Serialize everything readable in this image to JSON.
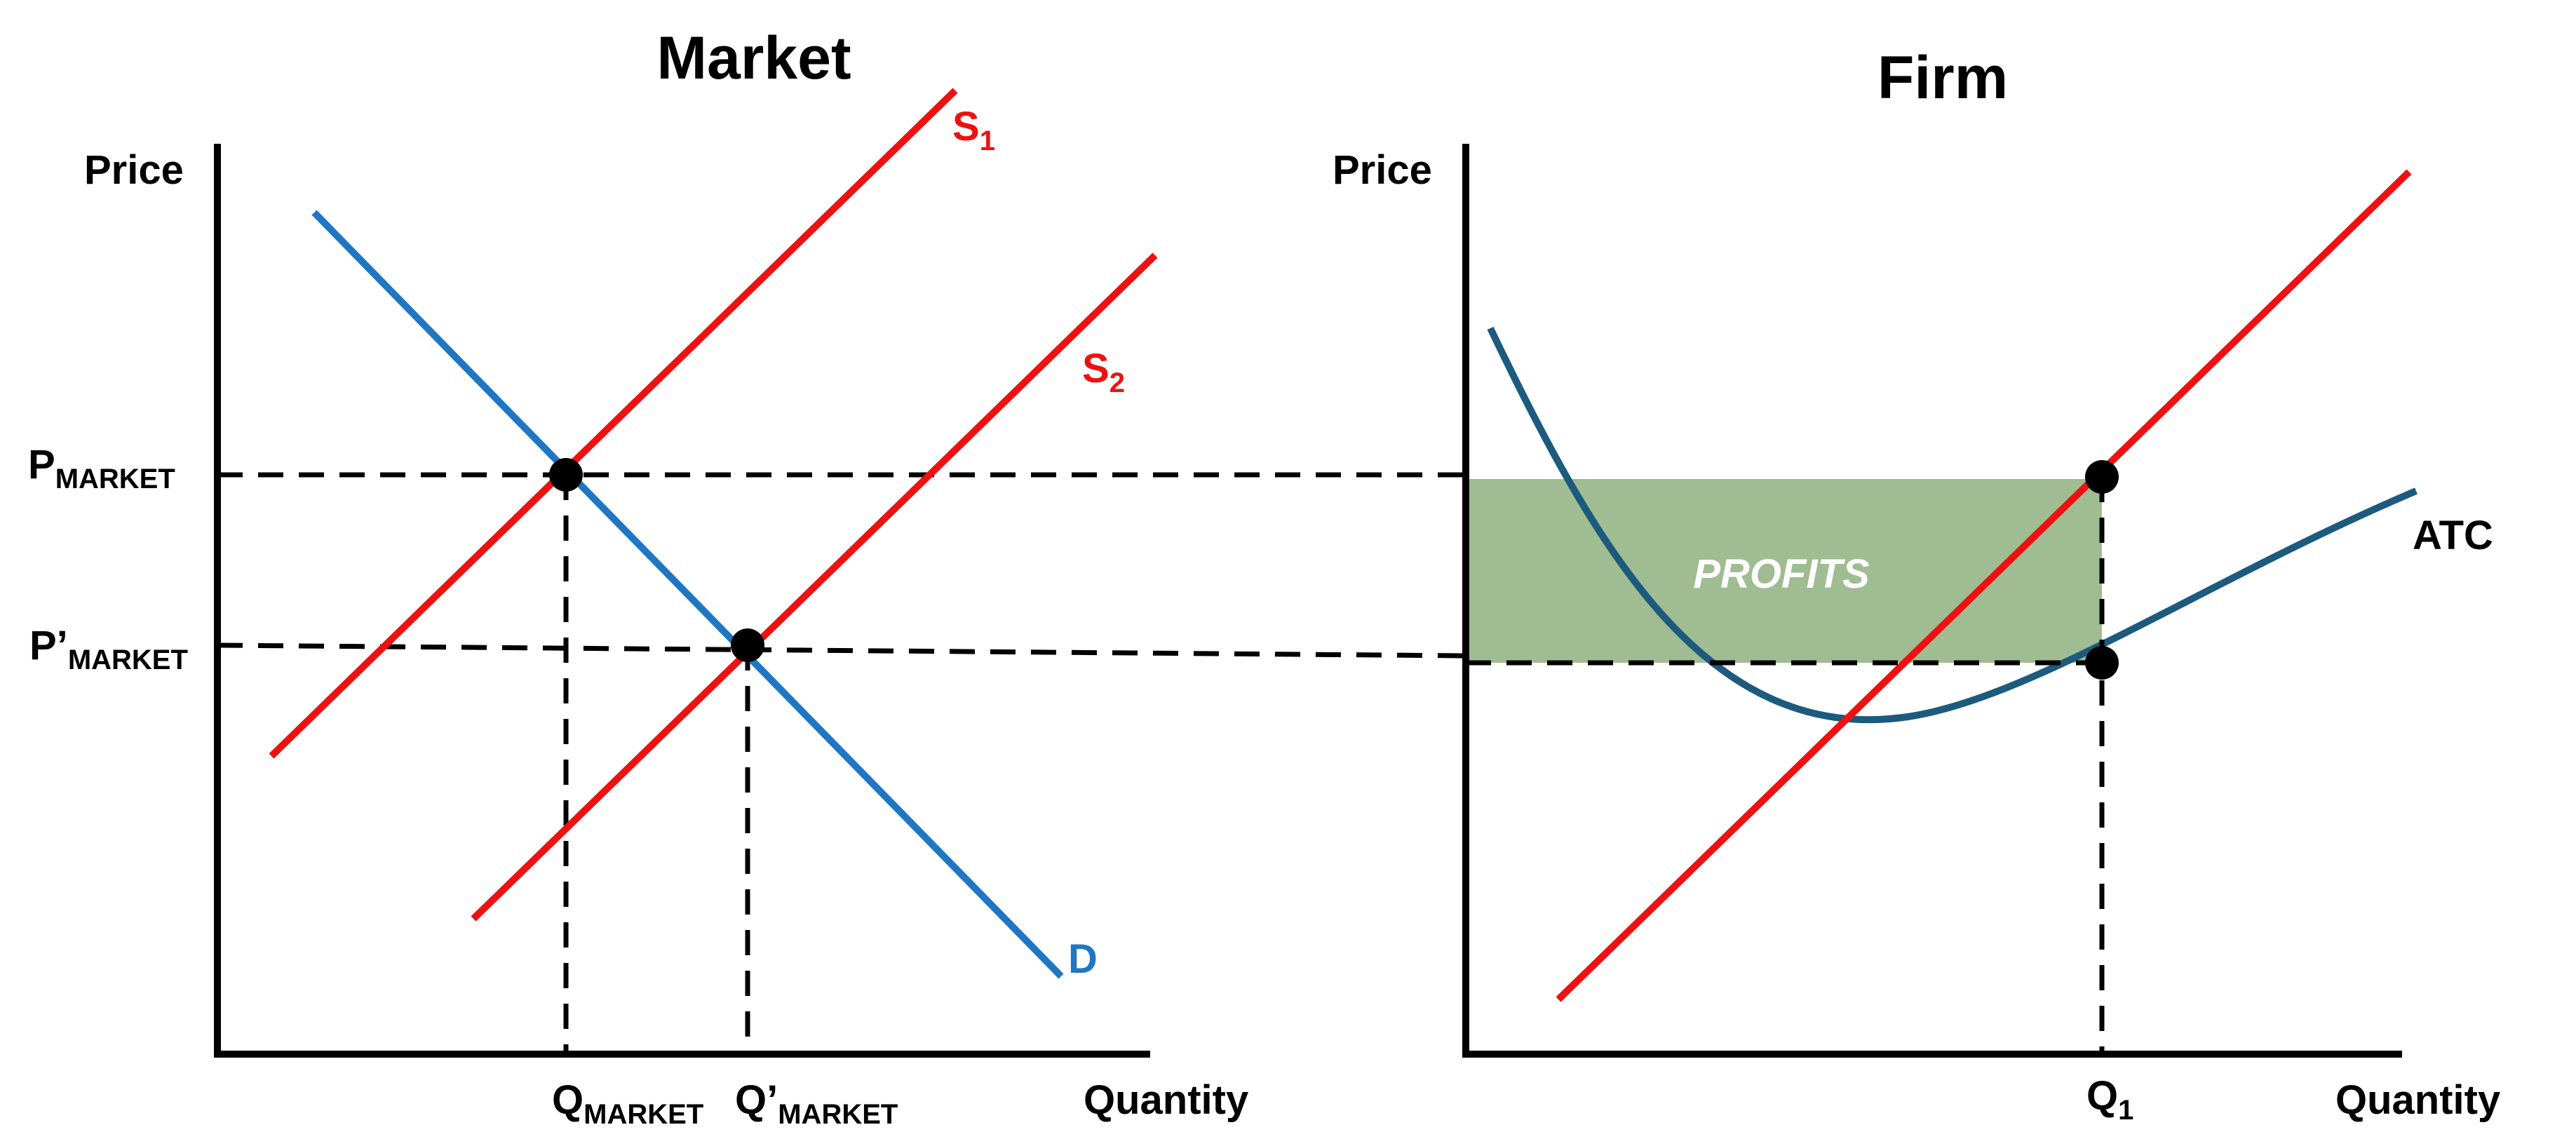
{
  "market": {
    "title": "Market",
    "y_axis_label": "Price",
    "x_axis_label": "Quantity",
    "curves": {
      "s1": {
        "main": "S",
        "sub": "1"
      },
      "s2": {
        "main": "S",
        "sub": "2"
      },
      "d": {
        "main": "D"
      }
    },
    "price_labels": {
      "p_market": {
        "main": "P",
        "sub": "MARKET"
      },
      "p_prime_market": {
        "main": "P’",
        "sub": "MARKET"
      }
    },
    "quantity_labels": {
      "q_market": {
        "main": "Q",
        "sub": "MARKET"
      },
      "q_prime_market": {
        "main": "Q’",
        "sub": "MARKET"
      }
    }
  },
  "firm": {
    "title": "Firm",
    "y_axis_label": "Price",
    "x_axis_label": "Quantity",
    "curves": {
      "atc": {
        "main": "ATC"
      }
    },
    "quantity_labels": {
      "q1": {
        "main": "Q",
        "sub": "1"
      }
    },
    "area_label": "PROFITS"
  },
  "colors": {
    "supply": "#ee1111",
    "demand": "#1f77c4",
    "atc": "#1c5a7e",
    "profit_fill": "#8fb07f",
    "axes": "#000000"
  }
}
